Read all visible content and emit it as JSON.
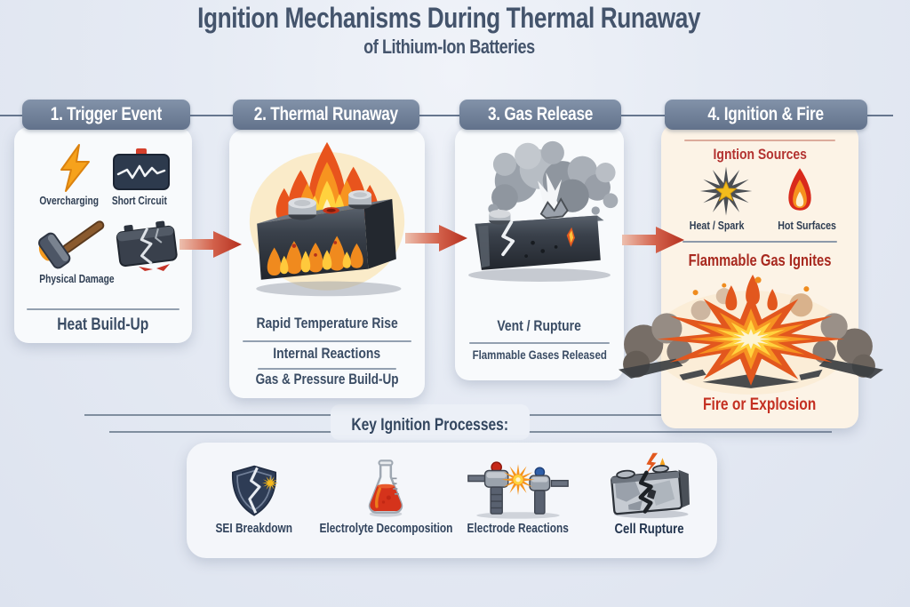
{
  "title": {
    "line1": "Ignition Mechanisms During Thermal Runaway",
    "line2": "of Lithium-Ion Batteries"
  },
  "stages": [
    {
      "header": "1. Trigger Event",
      "triggers": [
        {
          "icon": "lightning-icon",
          "label": "Overcharging"
        },
        {
          "icon": "short-circuit-battery-icon",
          "label": "Short Circuit"
        },
        {
          "icon": "hammer-impact-icon",
          "label": "Physical Damage"
        },
        {
          "icon": "cracked-battery-icon",
          "label": ""
        }
      ],
      "footer": "Heat Build-Up"
    },
    {
      "header": "2. Thermal Runaway",
      "illustration": "burning-battery-illustration",
      "lines": [
        "Rapid Temperature Rise",
        "Internal Reactions",
        "Gas & Pressure Build-Up"
      ]
    },
    {
      "header": "3. Gas Release",
      "illustration": "venting-battery-illustration",
      "lines": [
        "Vent / Rupture",
        "Flammable Gases Released"
      ]
    },
    {
      "header": "4. Ignition & Fire",
      "sources_title": "Igntion Sources",
      "sources": [
        {
          "icon": "spark-burst-icon",
          "label": "Heat / Spark"
        },
        {
          "icon": "flame-icon",
          "label": "Hot Surfaces"
        }
      ],
      "mid_line": "Flammable Gas Ignites",
      "illustration": "explosion-illustration",
      "footer": "Fire or Explosion"
    }
  ],
  "flow_arrow": {
    "icon": "red-right-arrow-icon",
    "color": "#c0392b",
    "count": 3
  },
  "key_processes": {
    "title": "Key Ignition Processes:",
    "items": [
      {
        "icon": "cracked-shield-icon",
        "label": "SEI Breakdown"
      },
      {
        "icon": "flask-icon",
        "label": "Electrolyte Decomposition"
      },
      {
        "icon": "electrode-spark-icon",
        "label": "Electrode Reactions"
      },
      {
        "icon": "ruptured-cell-icon",
        "label": "Cell Rupture"
      }
    ]
  },
  "colors": {
    "background": "#e3e8f1",
    "header_bar": "#6e7e96",
    "card_bg": "#f8fafc",
    "ignition_card_bg": "#fcf3e6",
    "title_text": "#44546c",
    "body_text": "#3a4c64",
    "red_accent": "#b33230",
    "arrow_red": "#c0392b"
  }
}
